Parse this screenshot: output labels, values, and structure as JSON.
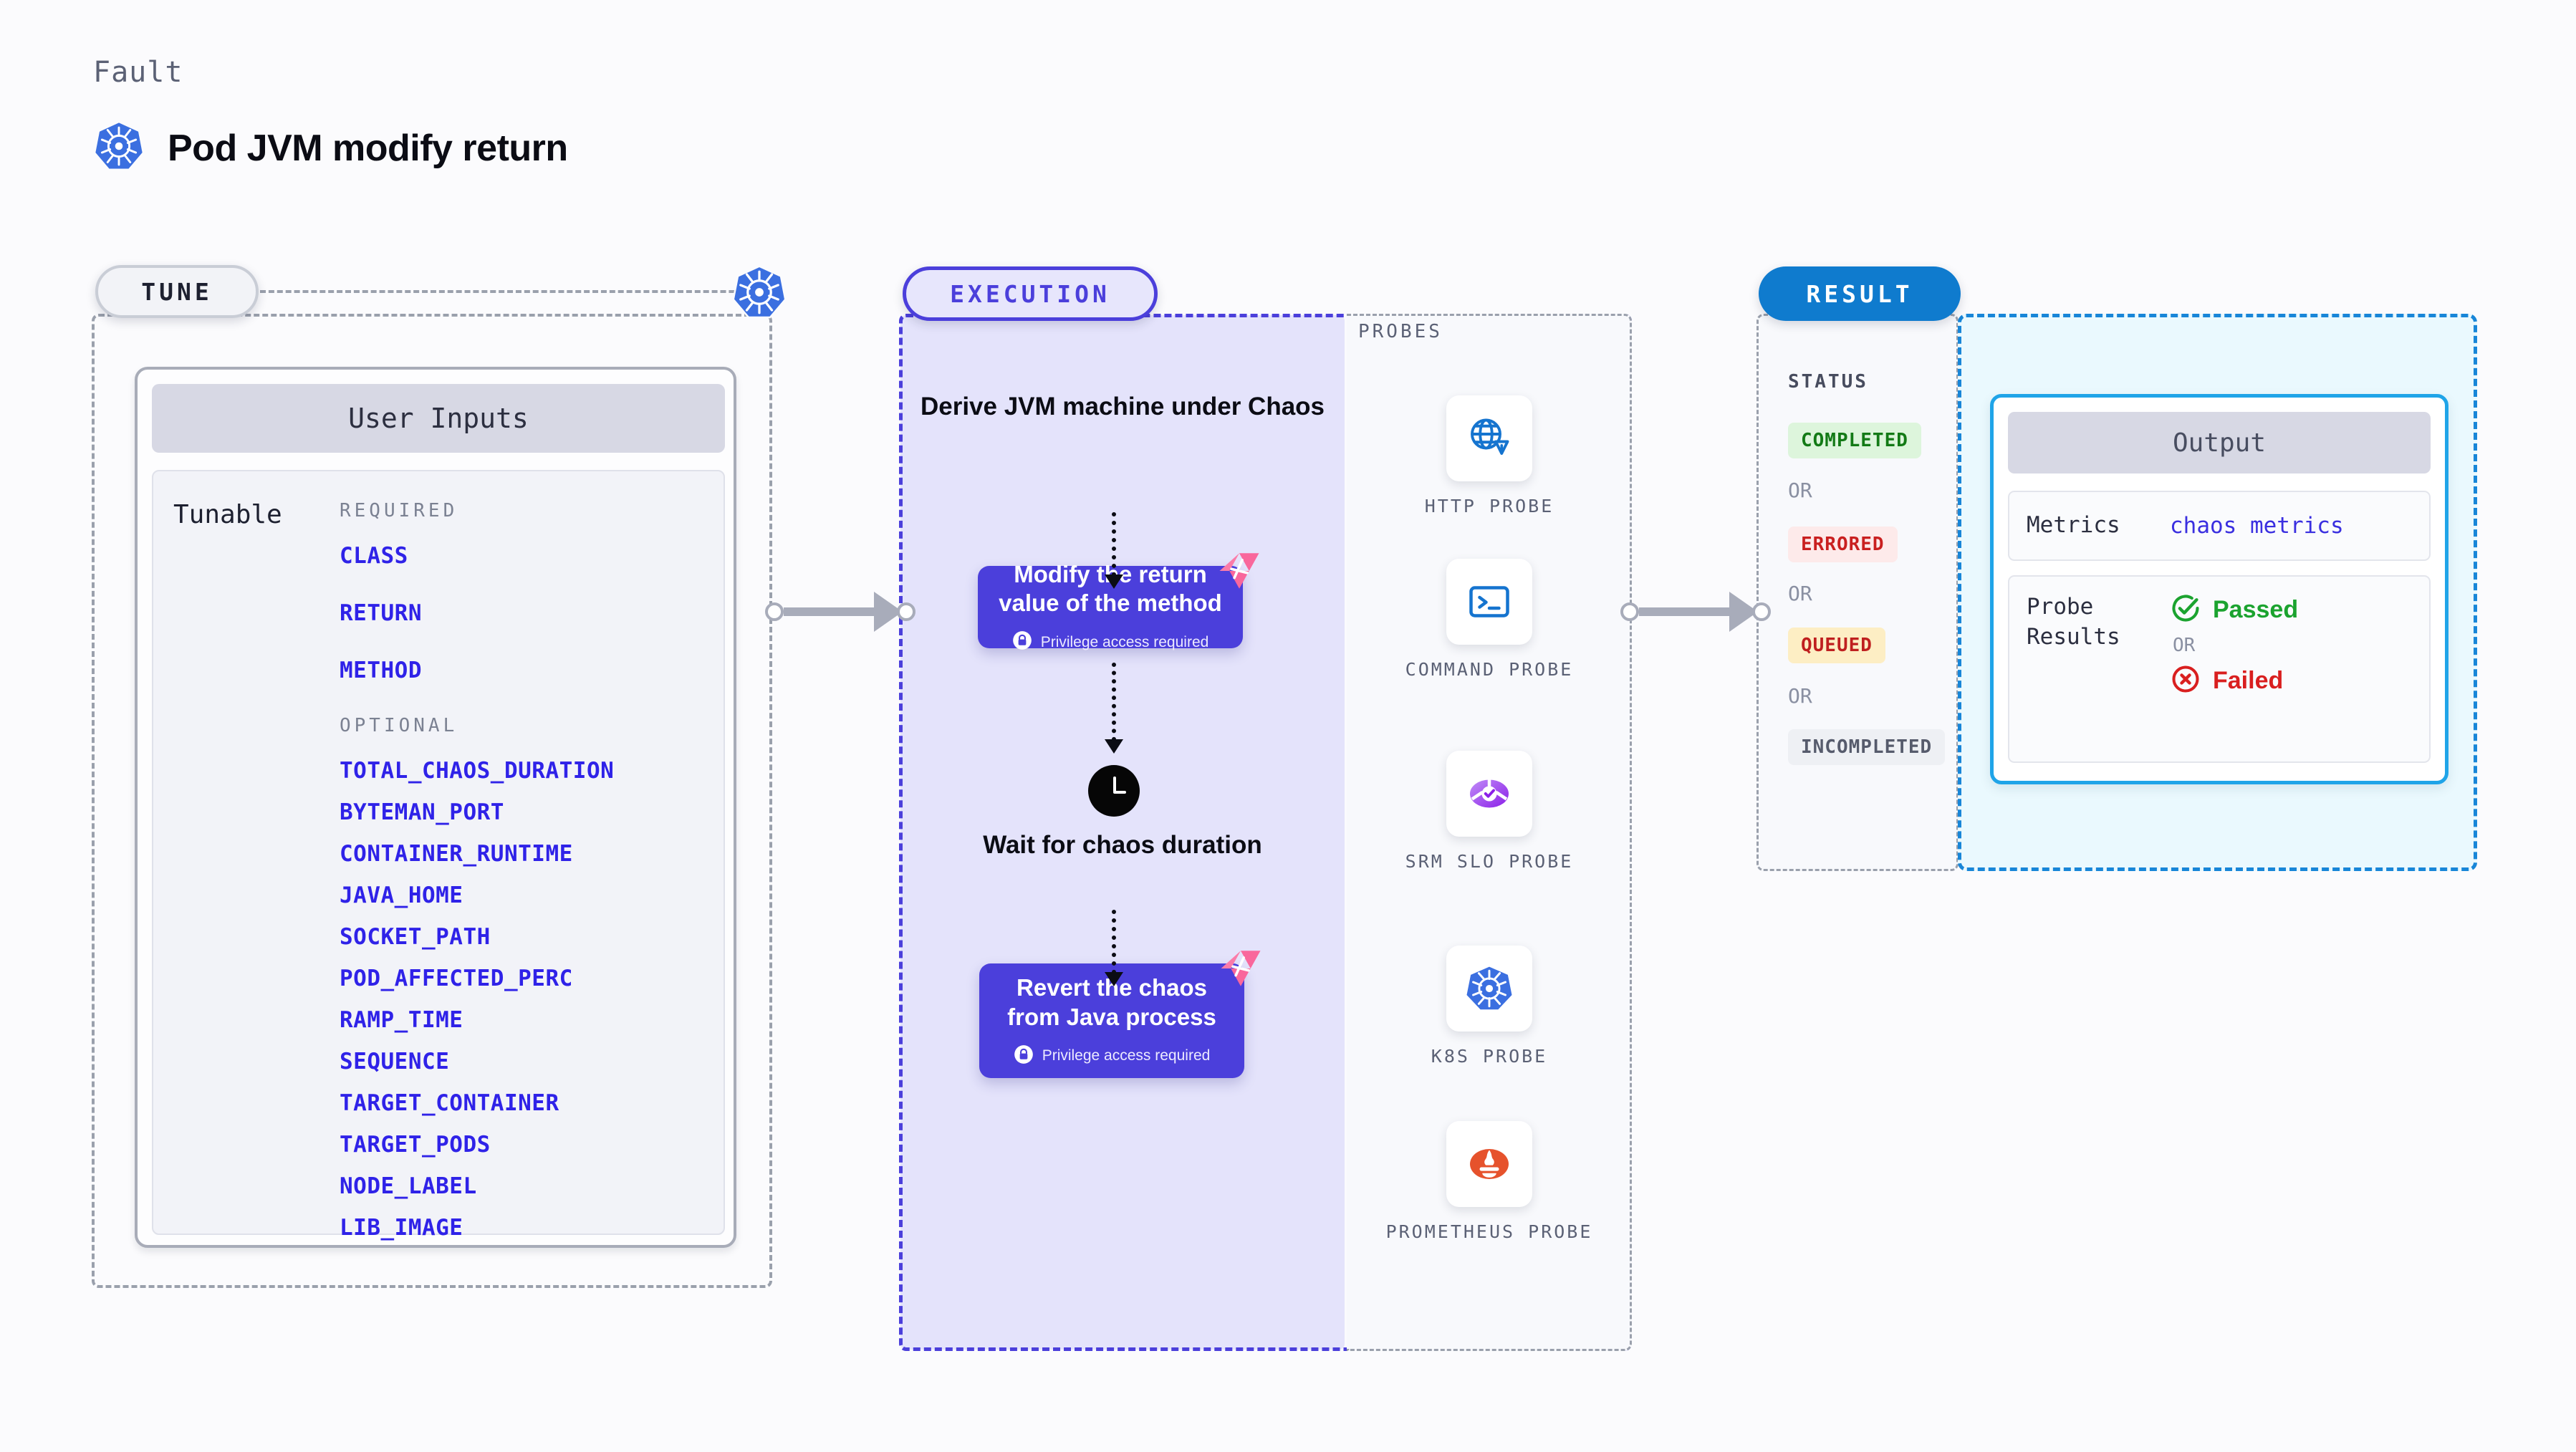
{
  "header": {
    "eyebrow": "Fault",
    "title": "Pod JVM modify return",
    "icon": "kubernetes-icon"
  },
  "tune": {
    "pill_label": "TUNE",
    "badge_icon": "kubernetes-icon",
    "card": {
      "header": "User Inputs",
      "row_label": "Tunable",
      "required_heading": "REQUIRED",
      "required": [
        "CLASS",
        "RETURN",
        "METHOD"
      ],
      "optional_heading": "OPTIONAL",
      "optional": [
        "TOTAL_CHAOS_DURATION",
        "BYTEMAN_PORT",
        "CONTAINER_RUNTIME",
        "JAVA_HOME",
        "SOCKET_PATH",
        "POD_AFFECTED_PERC",
        "RAMP_TIME",
        "SEQUENCE",
        "TARGET_CONTAINER",
        "TARGET_PODS",
        "NODE_LABEL",
        "LIB_IMAGE"
      ]
    }
  },
  "execution": {
    "pill_label": "EXECUTION",
    "step_derive": "Derive JVM machine under Chaos",
    "card_modify": {
      "title": "Modify the return value of the method",
      "privilege": "Privilege access required",
      "lock_icon": "lock-icon",
      "flag_icon": "litmus-flag-icon"
    },
    "step_wait": "Wait for chaos duration",
    "clock_icon": "clock-icon",
    "card_revert": {
      "title": "Revert the chaos from Java process",
      "privilege": "Privilege access required",
      "lock_icon": "lock-icon",
      "flag_icon": "litmus-flag-icon"
    }
  },
  "probes": {
    "heading": "PROBES",
    "items": [
      {
        "name": "HTTP PROBE",
        "icon": "globe-warning-icon"
      },
      {
        "name": "COMMAND PROBE",
        "icon": "terminal-icon"
      },
      {
        "name": "SRM SLO PROBE",
        "icon": "srm-slo-icon"
      },
      {
        "name": "K8S PROBE",
        "icon": "kubernetes-icon"
      },
      {
        "name": "PROMETHEUS PROBE",
        "icon": "prometheus-icon"
      }
    ]
  },
  "result": {
    "pill_label": "RESULT",
    "status_heading": "STATUS",
    "or_label": "OR",
    "statuses": [
      {
        "label": "COMPLETED",
        "bg": "#ddf5dc",
        "fg": "#137a16"
      },
      {
        "label": "ERRORED",
        "bg": "#fdeaea",
        "fg": "#c91f1f"
      },
      {
        "label": "QUEUED",
        "bg": "#fdeec4",
        "fg": "#bf1f1f"
      },
      {
        "label": "INCOMPLETED",
        "bg": "#eef0f4",
        "fg": "#565b6c"
      }
    ],
    "output": {
      "header": "Output",
      "metrics_key": "Metrics",
      "metrics_value": "chaos metrics",
      "probe_key": "Probe Results",
      "passed": "Passed",
      "failed": "Failed",
      "or_label": "OR",
      "pass_icon": "check-circle-icon",
      "fail_icon": "x-circle-icon"
    }
  },
  "colors": {
    "accent_purple": "#4b3fdb",
    "accent_blue": "#0f7bce",
    "param_blue": "#2f22e8",
    "flag_pink": "#f9679c"
  }
}
